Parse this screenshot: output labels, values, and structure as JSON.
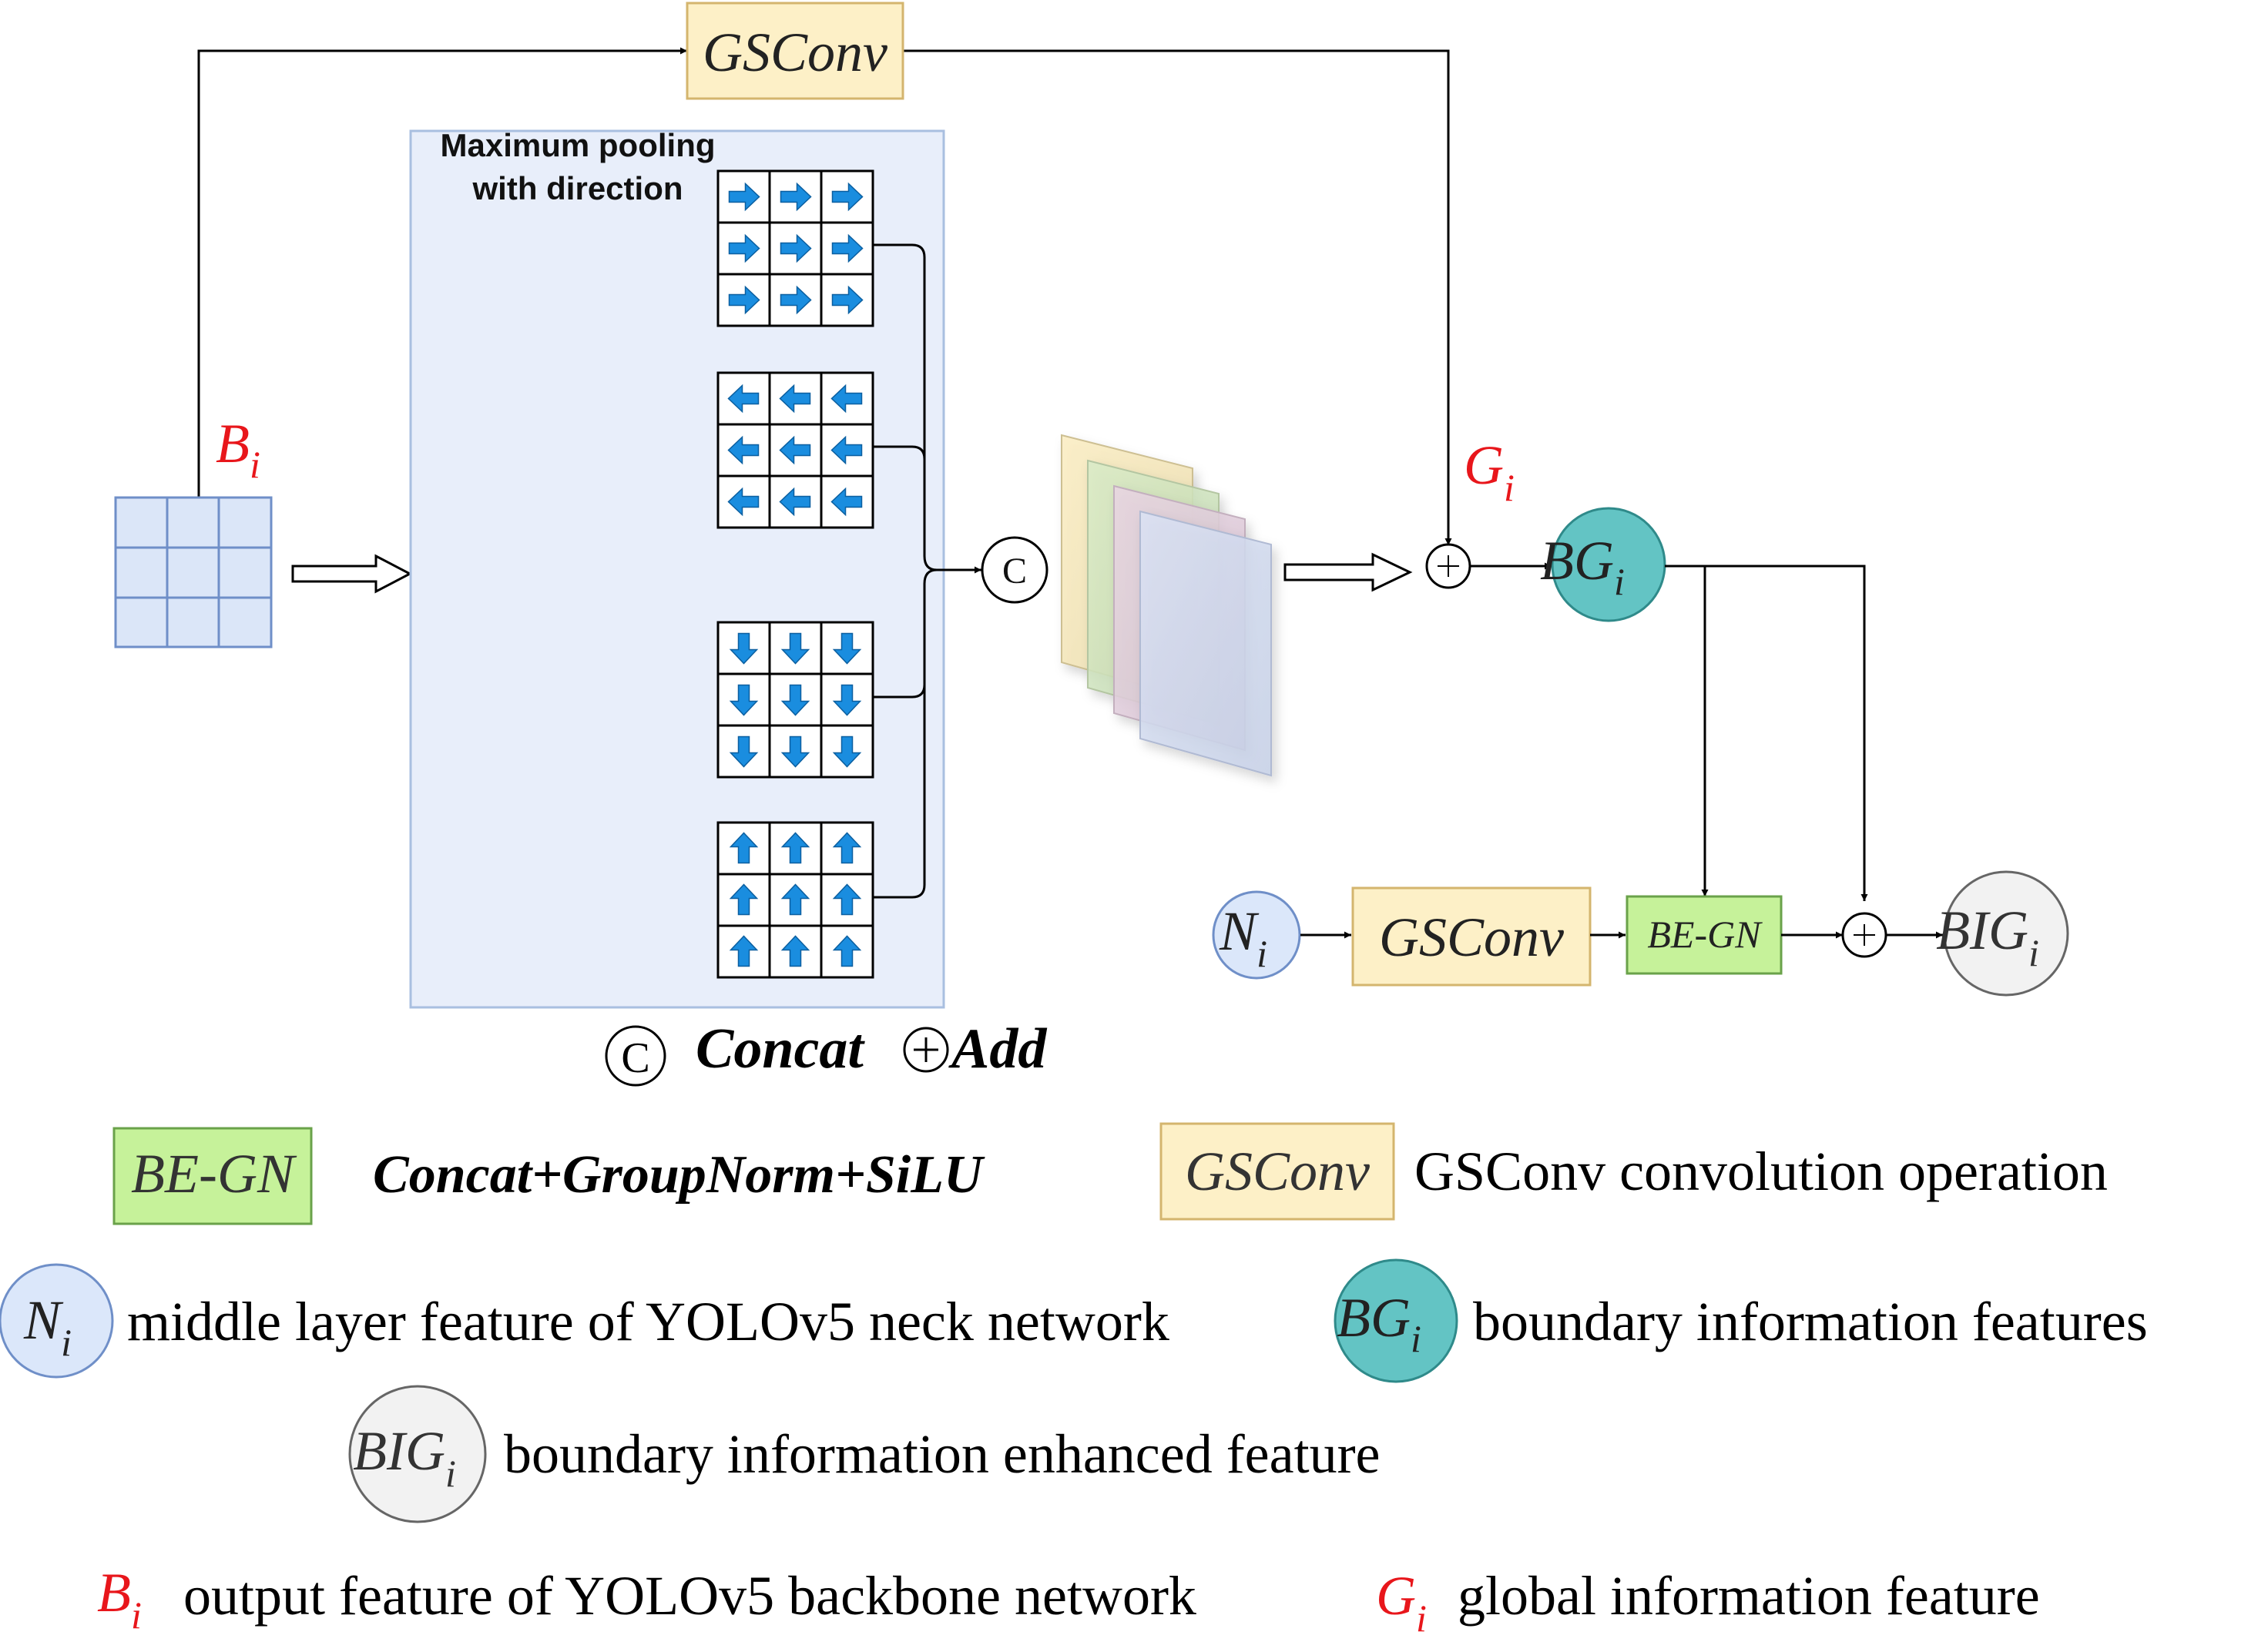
{
  "panel": {
    "title_line1": "Maximum pooling",
    "title_line2": "with direction"
  },
  "blocks": {
    "gsconv_top": "GSConv",
    "gsconv_mid": "GSConv",
    "begn": "BE-GN",
    "concat_symbol": "C",
    "add_symbol": "+"
  },
  "labels": {
    "b_main": "B",
    "b_sub": "i",
    "g_main": "G",
    "g_sub": "i",
    "bg_main": "BG",
    "bg_sub": "i",
    "n_main": "N",
    "n_sub": "i",
    "big_main": "BIG",
    "big_sub": "i"
  },
  "legend": {
    "concat_label": "Concat",
    "add_label": "Add",
    "begn_box": "BE-GN",
    "begn_desc": "Concat+GroupNorm+SiLU",
    "gsconv_box": "GSConv",
    "gsconv_desc": "GSConv convolution operation",
    "n_desc": "middle layer feature of YOLOv5 neck network",
    "bg_desc": "boundary information features",
    "big_desc": "boundary information enhanced feature",
    "b_desc": "output feature of YOLOv5 backbone network",
    "g_desc": "global information feature"
  },
  "icons": {
    "pool_right": "arrow-right-icon",
    "pool_left": "arrow-left-icon",
    "pool_down": "arrow-down-icon",
    "pool_up": "arrow-up-icon",
    "concat": "concat-icon",
    "add": "add-icon"
  },
  "colors": {
    "red_label": "#e8161b",
    "gsconv_fill": "#fdf0c7",
    "gsconv_stroke": "#d4b56e",
    "begn_fill": "#c6f29a",
    "panel_fill": "#e8eefa",
    "panel_stroke": "#a9bfe0",
    "grid_fill": "#dbe6f8",
    "grid_stroke": "#6f8fc8",
    "arrow_blue": "#1a8ddf",
    "bg_fill": "#63c4c4",
    "n_fill": "#dbe7fa",
    "big_fill": "#f2f2f2"
  }
}
